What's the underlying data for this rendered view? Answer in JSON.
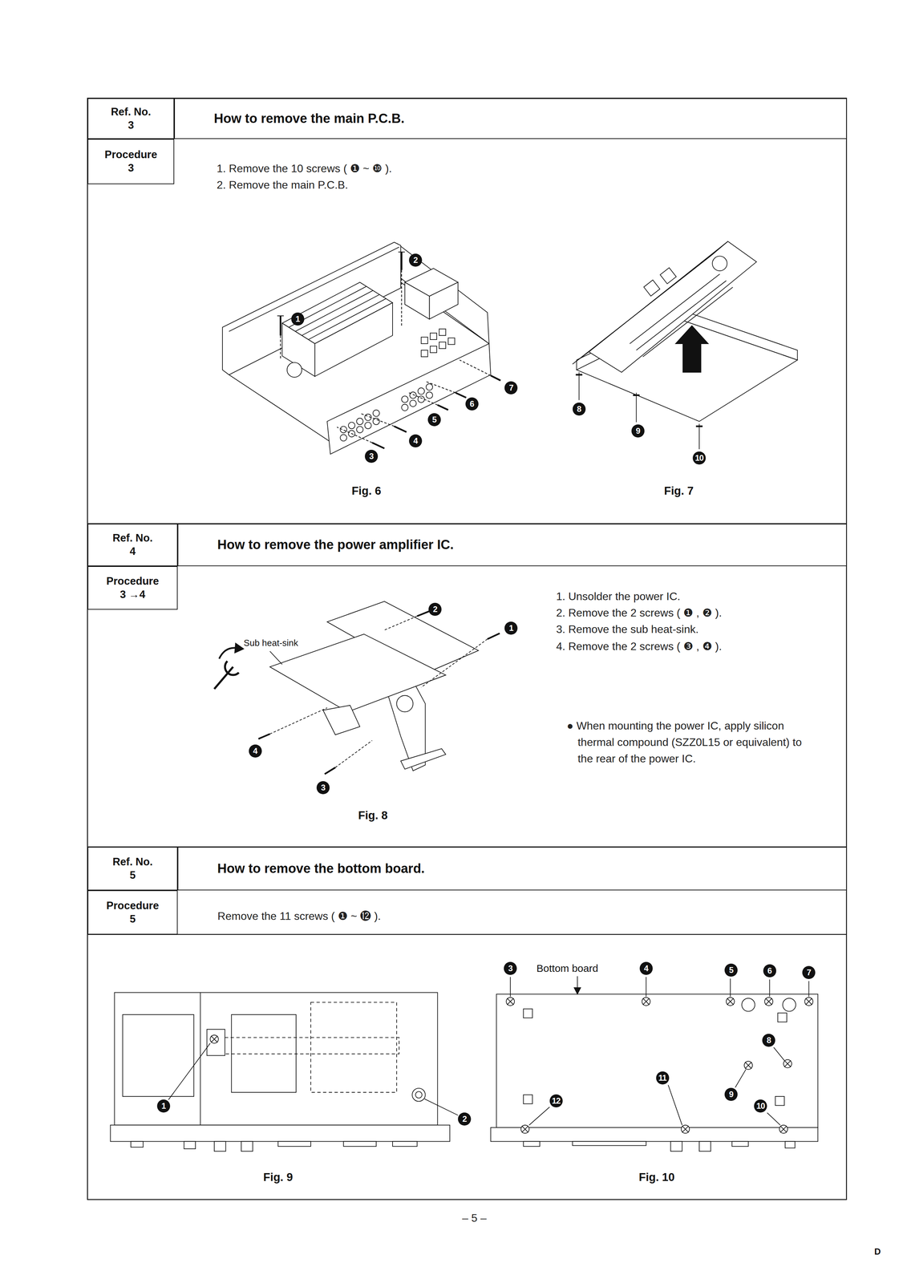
{
  "diagram": {
    "nodes": [
      {
        "text": [
          "Ref. No.",
          "3"
        ]
      },
      {
        "text": [
          "How to remove the main P.C.B."
        ]
      },
      {
        "text": [
          "Procedure",
          "3"
        ]
      },
      {
        "text": [
          "Ref. No.",
          "4"
        ]
      },
      {
        "text": [
          "How to remove the power amplifier IC."
        ]
      },
      {
        "text": [
          "Procedure",
          "3 →4"
        ]
      },
      {
        "text": [
          "Ref. No.",
          "5"
        ]
      },
      {
        "text": [
          "How to remove the bottom board."
        ]
      },
      {
        "text": [
          "Procedure",
          "5"
        ]
      }
    ],
    "labels": [
      "1. Remove the 10 screws ( ❶ ~ ❿ ).",
      "2. Remove the main P.C.B.",
      "2",
      "1",
      "7",
      "6",
      "5",
      "4",
      "3",
      "8",
      "9",
      "10",
      "Fig. 6",
      "Fig. 7",
      "1. Unsolder the power IC.",
      "2. Remove the 2 screws ( ❶ , ❷ ).",
      "3. Remove the sub heat-sink.",
      "4. Remove the 2 screws ( ❸ , ❹ ).",
      "2",
      "1",
      "Sub heat-sink",
      "● When mounting the power IC, apply silicon thermal compound (SZZ0L15 or equivalent) to the rear of the power IC.",
      "4",
      "3",
      "Fig. 8",
      "Remove the 11 screws ( ❶ ~ ⓬ ).",
      "3",
      "Bottom board",
      "4",
      "5",
      "6",
      "7",
      "8",
      "9",
      "11",
      "10",
      "12",
      "1",
      "2",
      "Fig. 9",
      "Fig. 10",
      "– 5 –",
      "D"
    ]
  }
}
